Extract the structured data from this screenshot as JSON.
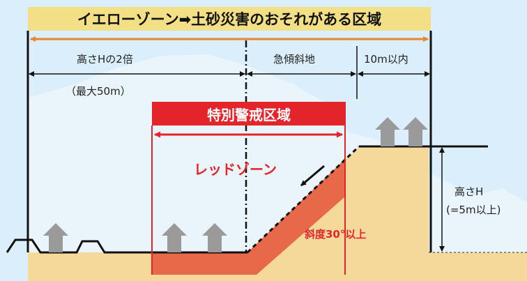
{
  "title": "イエローゾーン➡土砂災害のおそれがある区域",
  "dims": {
    "double_height": "高さHの2倍",
    "max50": "（最大50m）",
    "steep_slope": "急傾斜地",
    "within10m": "10m以内",
    "height_h": "高さH",
    "five_m": "(=5m以上)"
  },
  "special_zone": "特別警戒区域",
  "red_zone": "レッドゾーン",
  "slope_angle": "斜度30°以上",
  "colors": {
    "yellow": "#f3df86",
    "red": "#e4242b",
    "orange_slope": "#e8694a",
    "sand": "#f5d99a",
    "sky": "#dbeefb",
    "house": "#9a9a9a"
  }
}
